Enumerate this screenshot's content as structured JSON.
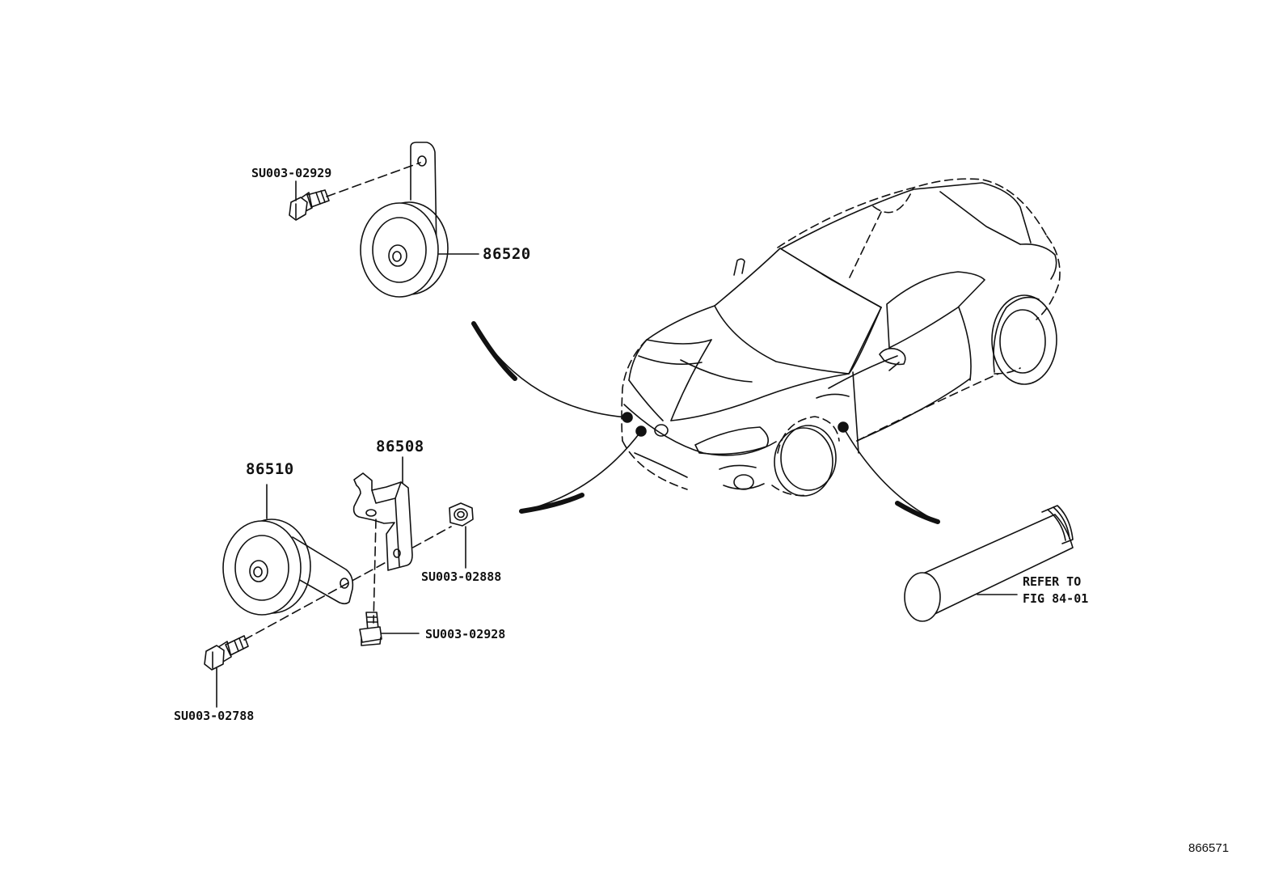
{
  "diagram": {
    "figure_id": "866571",
    "parts": {
      "horn_high": "86520",
      "horn_low": "86510",
      "bracket": "86508"
    },
    "fasteners": {
      "bolt_upper": "SU003-02929",
      "nut": "SU003-02888",
      "bolt_vertical": "SU003-02928",
      "bolt_lower": "SU003-02788"
    },
    "reference": {
      "line1": "REFER TO",
      "line2": "FIG 84-01"
    }
  }
}
